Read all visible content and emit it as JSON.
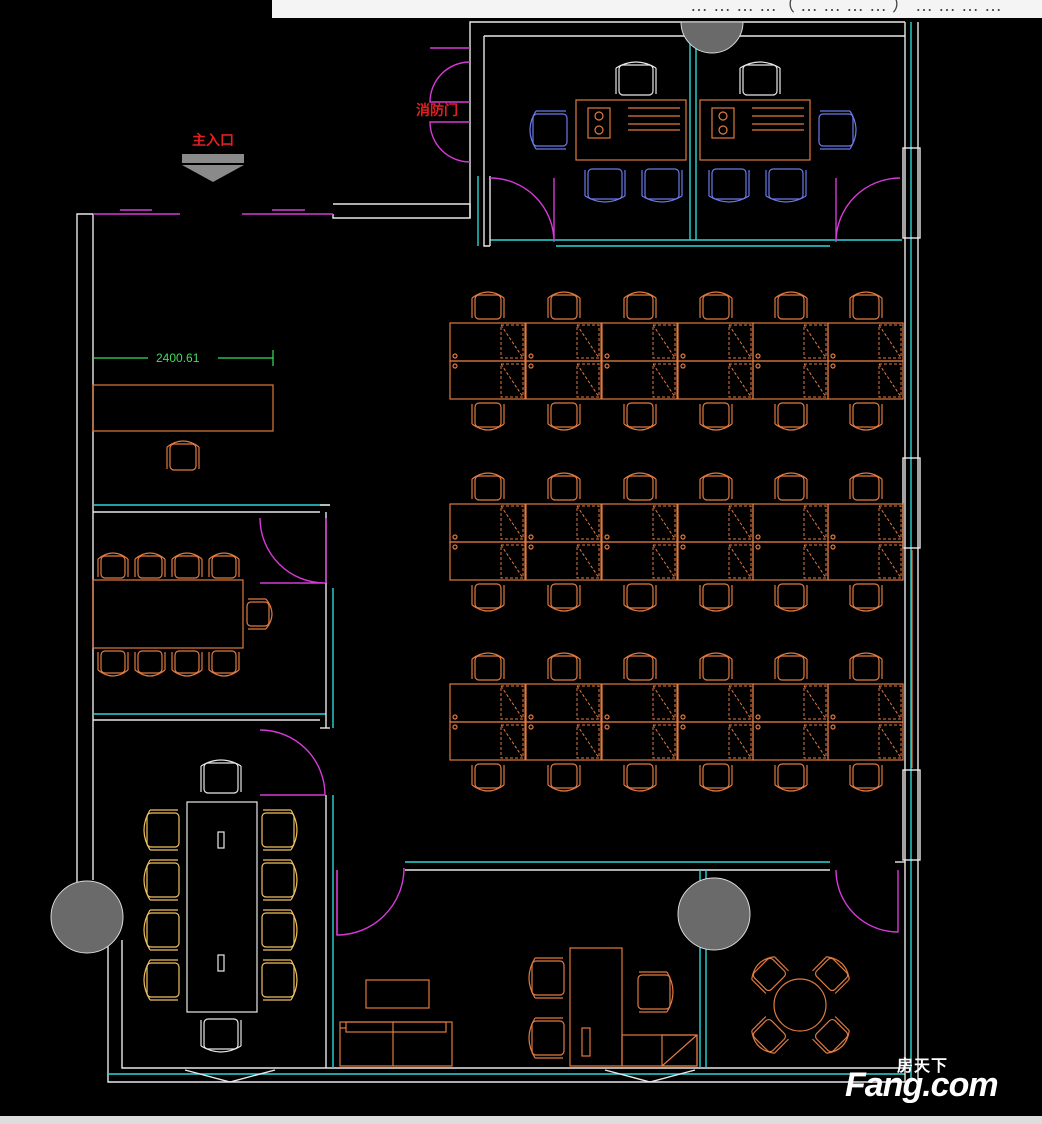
{
  "labels": {
    "main_entrance": "主入口",
    "fire_door": "消防门",
    "dimension": "2400.61"
  },
  "banner": {
    "text": "… … … …（ … … … … ） … … … …"
  },
  "watermark": {
    "top": "房天下",
    "main": "Fang.com"
  },
  "colors": {
    "wall": "#e8e8e8",
    "cyan_wall": "#2ad7d7",
    "door": "#d63ad6",
    "furniture": "#e07a40",
    "label_red": "#e02020",
    "dimension": "#3ae05a",
    "column": "#6a6a6a"
  }
}
